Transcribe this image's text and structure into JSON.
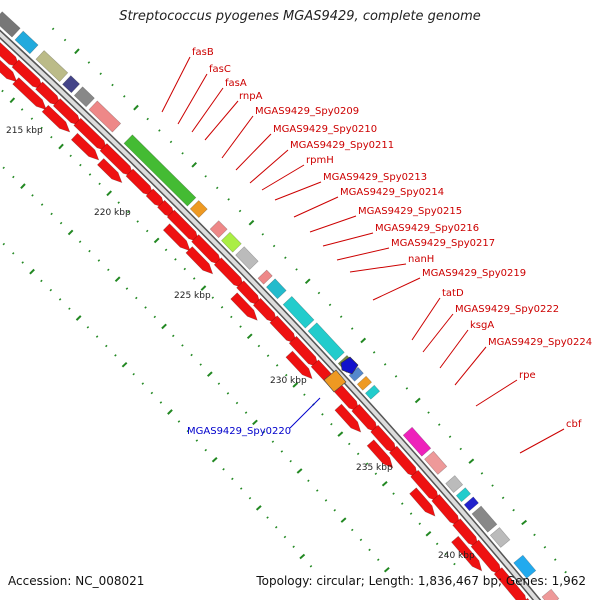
{
  "title": "Streptococcus pyogenes MGAS9429, complete genome",
  "footer": {
    "accession": "Accession: NC_008021",
    "summary": "Topology: circular; Length: 1,836,467 bp; Genes: 1,962"
  },
  "ruler_labels": [
    "215 kbp",
    "220 kbp",
    "225 kbp",
    "230 kbp",
    "235 kbp",
    "240 kbp"
  ],
  "gene_labels_red": [
    "fasB",
    "fasC",
    "fasA",
    "rnpA",
    "MGAS9429_Spy0209",
    "MGAS9429_Spy0210",
    "MGAS9429_Spy0211",
    "rpmH",
    "MGAS9429_Spy0213",
    "MGAS9429_Spy0214",
    "MGAS9429_Spy0215",
    "MGAS9429_Spy0216",
    "MGAS9429_Spy0217",
    "nanH",
    "MGAS9429_Spy0219",
    "tatD",
    "MGAS9429_Spy0222",
    "ksgA",
    "MGAS9429_Spy0224",
    "rpe",
    "cbf"
  ],
  "gene_label_blue": "MGAS9429_Spy0220",
  "colors": {
    "cds": "#ee1111",
    "label_red": "#cc0000",
    "label_blue": "#0000cc",
    "ruler_tick": "#228822",
    "backbone": "#bbbbbb"
  }
}
